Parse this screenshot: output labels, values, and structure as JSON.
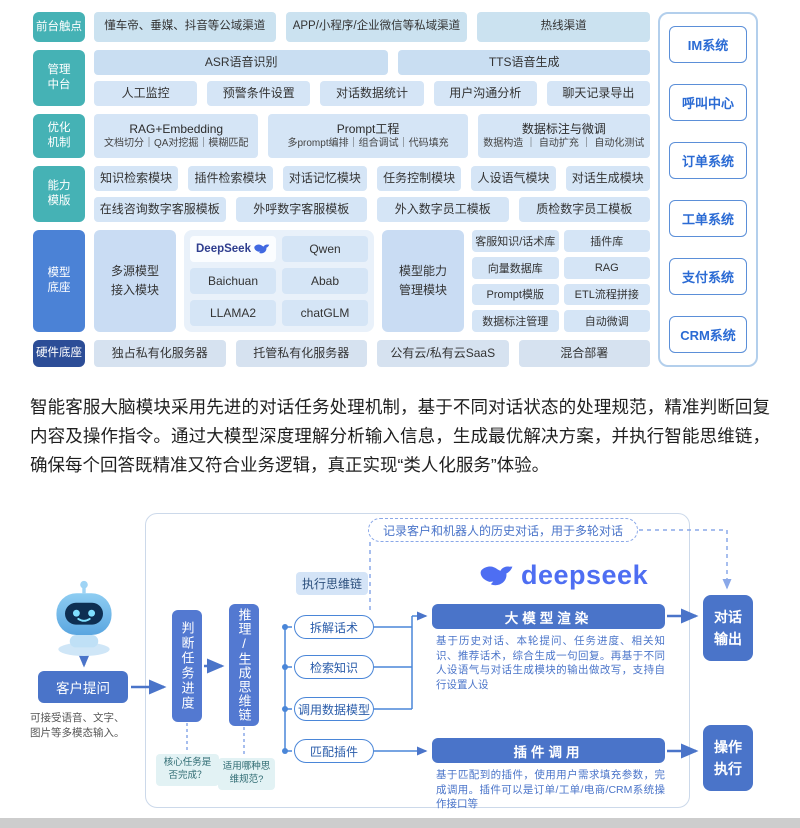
{
  "architecture": {
    "rows": [
      {
        "label": "前台触点",
        "items": [
          "懂车帝、垂媒、抖音等公域渠道",
          "APP/小程序/企业微信等私域渠道",
          "热线渠道"
        ]
      },
      {
        "label": "管理\n中台",
        "row1": [
          "ASR语音识别",
          "TTS语音生成"
        ],
        "row2": [
          "人工监控",
          "预警条件设置",
          "对话数据统计",
          "用户沟通分析",
          "聊天记录导出"
        ]
      },
      {
        "label": "优化\n机制",
        "items": [
          {
            "title": "RAG+Embedding",
            "sub": "文档切分｜QA对挖掘｜模糊匹配"
          },
          {
            "title": "Prompt工程",
            "sub": "多prompt编排｜组合调试｜代码填充"
          },
          {
            "title": "数据标注与微调",
            "sub": "数据构造 ｜ 自动扩充 ｜ 自动化测试"
          }
        ]
      },
      {
        "label": "能力\n模版",
        "row1": [
          "知识检索模块",
          "插件检索模块",
          "对话记忆模块",
          "任务控制模块",
          "人设语气模块",
          "对话生成模块"
        ],
        "row2": [
          "在线咨询数字客服模板",
          "外呼数字客服模板",
          "外入数字员工模板",
          "质检数字员工模板"
        ]
      },
      {
        "label": "模型\n底座",
        "access_module": "多源模型\n接入模块",
        "models": [
          "DeepSeek",
          "Qwen",
          "Baichuan",
          "Abab",
          "LLAMA2",
          "chatGLM"
        ],
        "mgmt_module": "模型能力\n管理模块",
        "capabilities": [
          "客服知识/话术库",
          "插件库",
          "向量数据库",
          "RAG",
          "Prompt模版",
          "ETL流程拼接",
          "数据标注管理",
          "自动微调"
        ]
      },
      {
        "label": "硬件底座",
        "items": [
          "独占私有化服务器",
          "托管私有化服务器",
          "公有云/私有云SaaS",
          "混合部署"
        ]
      }
    ],
    "sidebar": [
      "IM系统",
      "呼叫中心",
      "订单系统",
      "工单系统",
      "支付系统",
      "CRM系统"
    ]
  },
  "description": "智能客服大脑模块采用先进的对话任务处理机制，基于不同对话状态的处理规范，精准判断回复内容及操作指令。通过大模型深度理解分析输入信息，生成最优解决方案，并执行智能思维链，确保每个回答既精准又符合业务逻辑，真正实现“类人化服务”体验。",
  "flow": {
    "banner": "记录客户和机器人的历史对话，用于多轮对话",
    "logo_text": "deepseek",
    "chain_label": "执行思维链",
    "customer_button": "客户提问",
    "customer_note": "可接受语音、文字、图片等多模态输入。",
    "step_judge": "判断任务进度",
    "step_reason": "推理/生成思维链",
    "chain_steps": [
      "拆解话术",
      "检索知识",
      "调用数据模型",
      "匹配插件"
    ],
    "llm_title": "大模型渲染",
    "llm_desc": "基于历史对话、本轮提问、任务进度、相关知识、推荐话术，综合生成一句回复。再基于不同人设语气与对话生成模块的输出做改写，支持自行设置人设",
    "plugin_title": "插件调用",
    "plugin_desc": "基于匹配到的插件，使用用户需求填充参数，完成调用。插件可以是订单/工单/电商/CRM系统操作接口等",
    "output_dialog": "对话\n输出",
    "output_action": "操作\n执行",
    "note_judge": "核心任务是否完成？",
    "note_reason": "适用哪种思维规范?"
  },
  "colors": {
    "teal_label": "#45b2b5",
    "blue_label": "#4b82d6",
    "navy_label": "#2c4d97",
    "box_fill": "#d5e5f6",
    "flow_primary": "#4a74c9",
    "deepseek_brand": "#4e6ef2",
    "sidebar_text": "#2b6bd4"
  }
}
